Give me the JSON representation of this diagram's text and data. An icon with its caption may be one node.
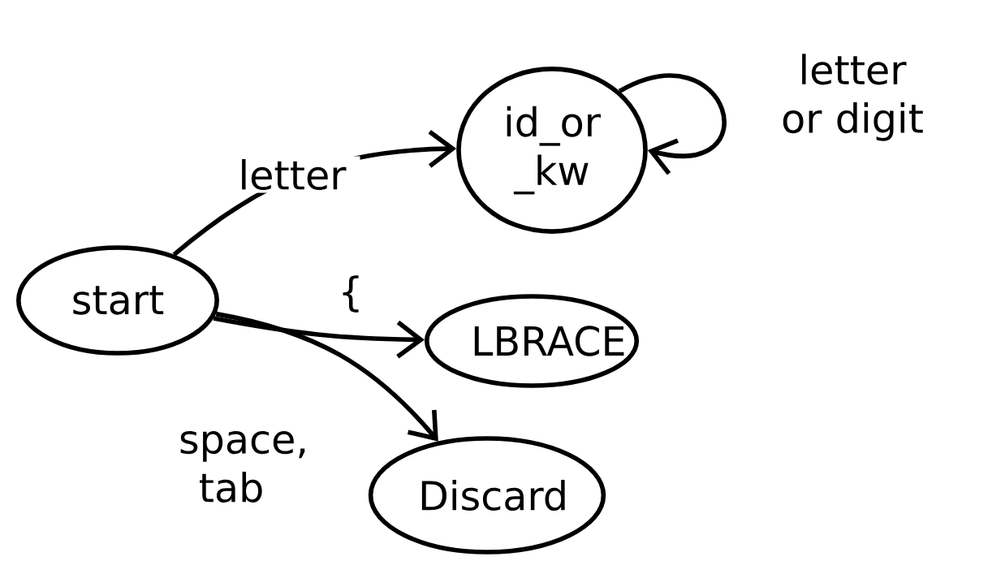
{
  "diagram": {
    "nodes": [
      {
        "text": [
          "start"
        ]
      },
      {
        "text": [
          "id_or _kw"
        ]
      },
      {
        "text": [
          "LBRACE"
        ]
      },
      {
        "text": [
          "Discard"
        ]
      }
    ],
    "edges": [
      {
        "from": 0,
        "to": 1,
        "arrow": "to",
        "label": "letter"
      },
      {
        "from": 0,
        "to": 2,
        "arrow": "to",
        "label": "{"
      },
      {
        "from": 0,
        "to": 3,
        "arrow": "to",
        "label": "space, tab"
      },
      {
        "from": 1,
        "to": 1,
        "arrow": "to",
        "label": "letter or digit"
      }
    ]
  }
}
